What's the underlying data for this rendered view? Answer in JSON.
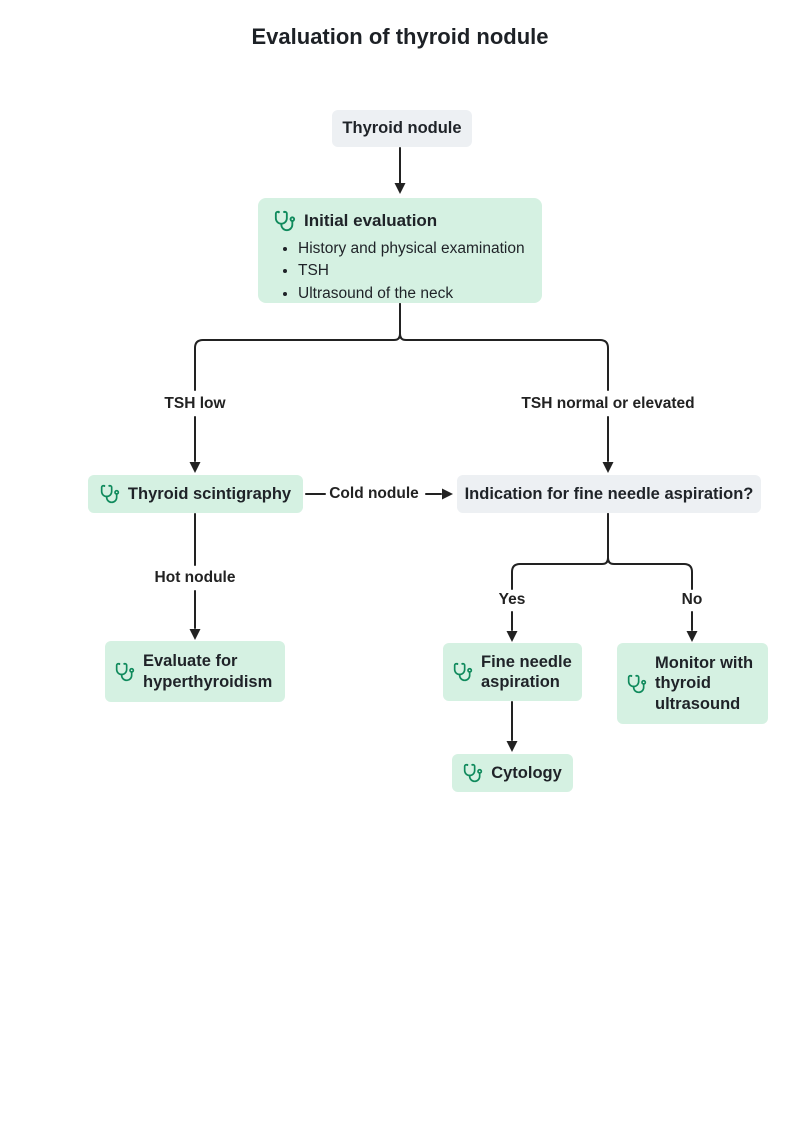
{
  "title": "Evaluation of thyroid nodule",
  "colors": {
    "node_mint": "#d5f1e2",
    "node_grey": "#edf0f3",
    "icon_green": "#0f8a5c",
    "line": "#222222",
    "text": "#1f2328"
  },
  "nodes": {
    "thyroid_nodule": {
      "label": "Thyroid nodule"
    },
    "initial_evaluation": {
      "label": "Initial evaluation",
      "bullets": [
        "History and physical examination",
        "TSH",
        "Ultrasound of the neck"
      ]
    },
    "thyroid_scintigraphy": {
      "label": "Thyroid scintigraphy"
    },
    "fna_indication": {
      "label": "Indication for fine needle aspiration?"
    },
    "evaluate_hyperthyroidism": {
      "label": "Evaluate for hyperthyroidism"
    },
    "fine_needle_aspiration": {
      "label": "Fine needle aspiration"
    },
    "monitor_ultrasound": {
      "label": "Monitor with thyroid ultrasound"
    },
    "cytology": {
      "label": "Cytology"
    }
  },
  "edges": {
    "tsh_low": "TSH low",
    "tsh_normal": "TSH normal or elevated",
    "cold_nodule": "Cold nodule",
    "hot_nodule": "Hot nodule",
    "yes": "Yes",
    "no": "No"
  }
}
